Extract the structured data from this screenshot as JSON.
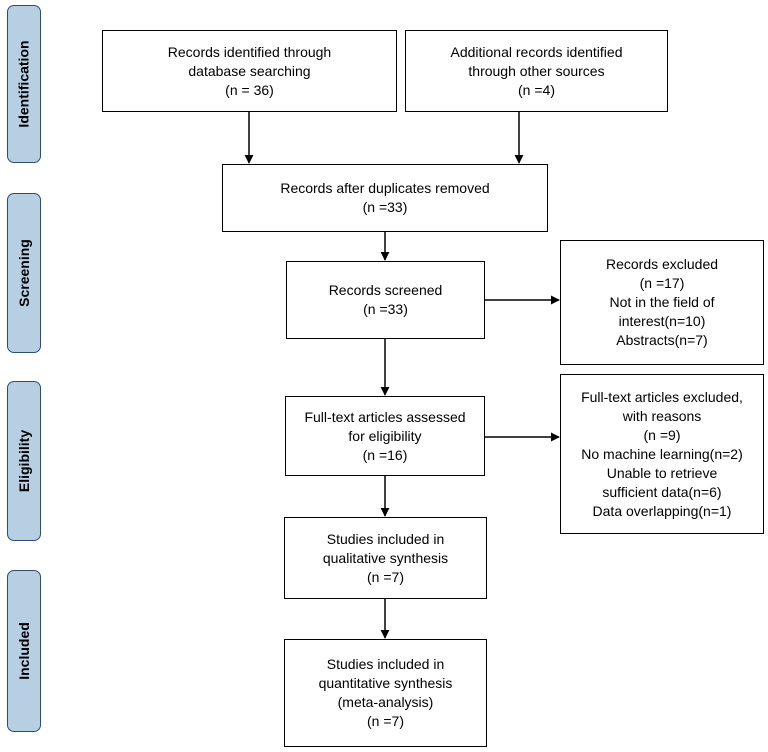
{
  "stages": {
    "identification": "Identification",
    "screening": "Screening",
    "eligibility": "Eligibility",
    "included": "Included"
  },
  "boxes": {
    "db_search": {
      "line1": "Records identified through",
      "line2": "database searching",
      "line3": "(n = 36)"
    },
    "other_sources": {
      "line1": "Additional records identified",
      "line2": "through other sources",
      "line3": "(n =4)"
    },
    "after_duplicates": {
      "line1": "Records after duplicates removed",
      "line2": "(n =33)"
    },
    "screened": {
      "line1": "Records screened",
      "line2": "(n =33)"
    },
    "excluded": {
      "line1": "Records excluded",
      "line2": "(n =17)",
      "line3": "Not in the field of",
      "line4": "interest(n=10)",
      "line5": "Abstracts(n=7)"
    },
    "fulltext_assessed": {
      "line1": "Full-text articles assessed",
      "line2": "for eligibility",
      "line3": "(n =16)"
    },
    "fulltext_excluded": {
      "line1": "Full-text articles excluded,",
      "line2": "with reasons",
      "line3": "(n =9)",
      "line4": "No machine learning(n=2)",
      "line5": "Unable to retrieve",
      "line6": "sufficient data(n=6)",
      "line7": "Data overlapping(n=1)"
    },
    "qualitative": {
      "line1": "Studies included in",
      "line2": "qualitative synthesis",
      "line3": "(n =7)"
    },
    "quantitative": {
      "line1": "Studies included in",
      "line2": "quantitative synthesis",
      "line3": "(meta-analysis)",
      "line4": "(n =7)"
    }
  }
}
